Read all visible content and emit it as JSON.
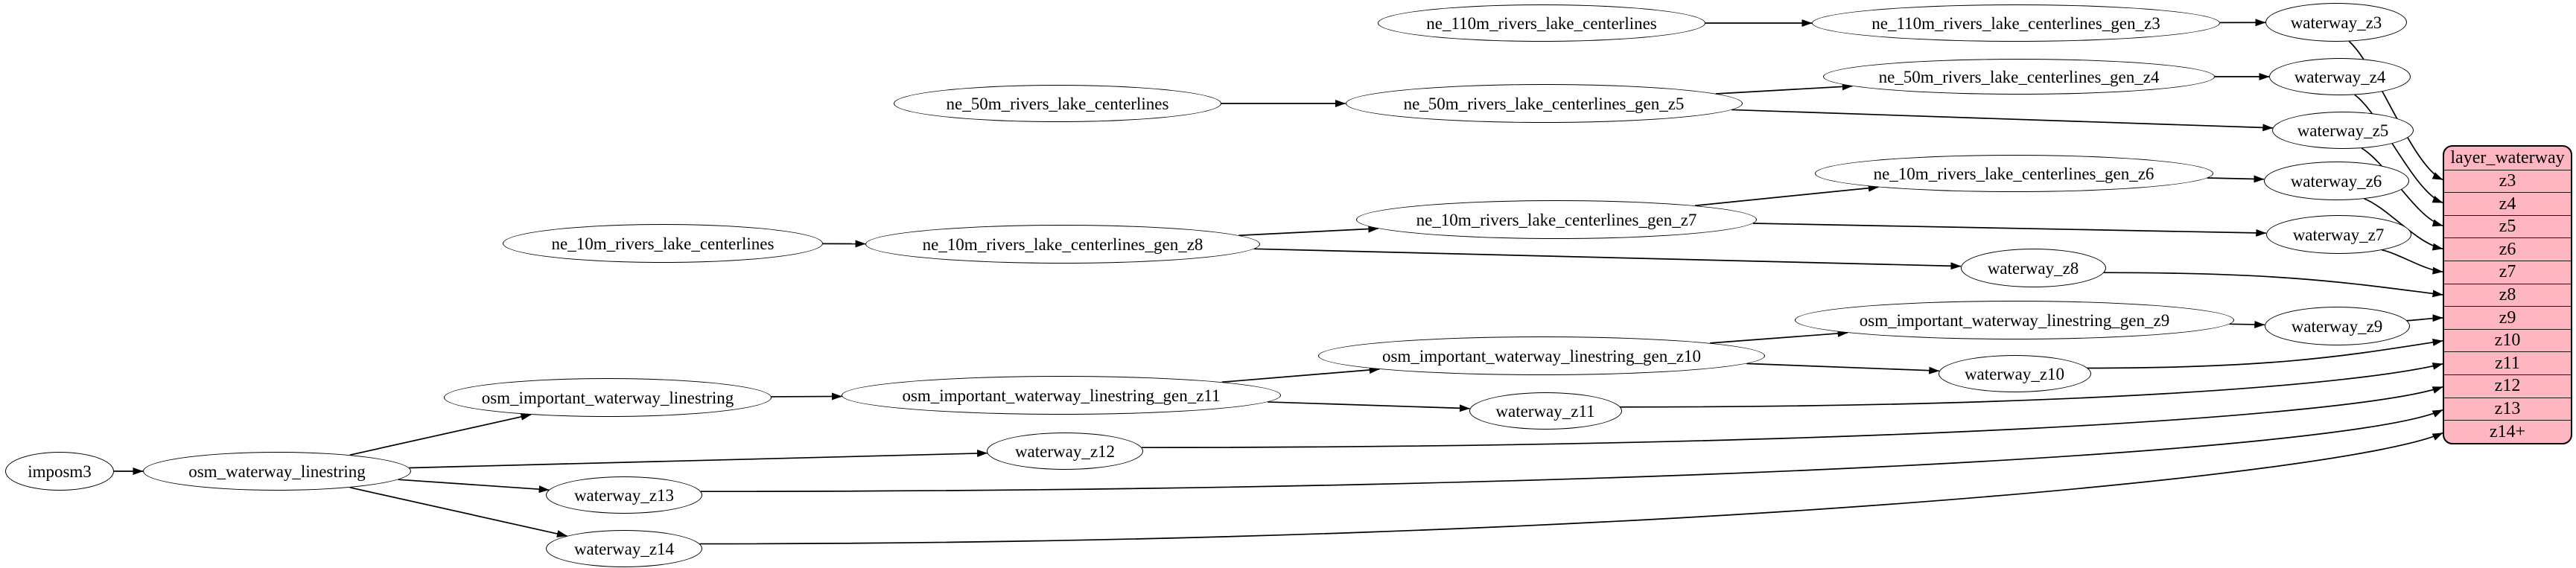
{
  "graph": {
    "nodes": [
      {
        "id": "imposm3",
        "label": "imposm3"
      },
      {
        "id": "osm_waterway_linestring",
        "label": "osm_waterway_linestring"
      },
      {
        "id": "osm_important_waterway_linestring",
        "label": "osm_important_waterway_linestring"
      },
      {
        "id": "osm_important_waterway_linestring_gen_z11",
        "label": "osm_important_waterway_linestring_gen_z11"
      },
      {
        "id": "osm_important_waterway_linestring_gen_z10",
        "label": "osm_important_waterway_linestring_gen_z10"
      },
      {
        "id": "osm_important_waterway_linestring_gen_z9",
        "label": "osm_important_waterway_linestring_gen_z9"
      },
      {
        "id": "ne_10m_rivers_lake_centerlines",
        "label": "ne_10m_rivers_lake_centerlines"
      },
      {
        "id": "ne_10m_rivers_lake_centerlines_gen_z8",
        "label": "ne_10m_rivers_lake_centerlines_gen_z8"
      },
      {
        "id": "ne_10m_rivers_lake_centerlines_gen_z7",
        "label": "ne_10m_rivers_lake_centerlines_gen_z7"
      },
      {
        "id": "ne_10m_rivers_lake_centerlines_gen_z6",
        "label": "ne_10m_rivers_lake_centerlines_gen_z6"
      },
      {
        "id": "ne_50m_rivers_lake_centerlines",
        "label": "ne_50m_rivers_lake_centerlines"
      },
      {
        "id": "ne_50m_rivers_lake_centerlines_gen_z5",
        "label": "ne_50m_rivers_lake_centerlines_gen_z5"
      },
      {
        "id": "ne_50m_rivers_lake_centerlines_gen_z4",
        "label": "ne_50m_rivers_lake_centerlines_gen_z4"
      },
      {
        "id": "ne_110m_rivers_lake_centerlines",
        "label": "ne_110m_rivers_lake_centerlines"
      },
      {
        "id": "ne_110m_rivers_lake_centerlines_gen_z3",
        "label": "ne_110m_rivers_lake_centerlines_gen_z3"
      },
      {
        "id": "waterway_z3",
        "label": "waterway_z3"
      },
      {
        "id": "waterway_z4",
        "label": "waterway_z4"
      },
      {
        "id": "waterway_z5",
        "label": "waterway_z5"
      },
      {
        "id": "waterway_z6",
        "label": "waterway_z6"
      },
      {
        "id": "waterway_z7",
        "label": "waterway_z7"
      },
      {
        "id": "waterway_z8",
        "label": "waterway_z8"
      },
      {
        "id": "waterway_z9",
        "label": "waterway_z9"
      },
      {
        "id": "waterway_z10",
        "label": "waterway_z10"
      },
      {
        "id": "waterway_z11",
        "label": "waterway_z11"
      },
      {
        "id": "waterway_z12",
        "label": "waterway_z12"
      },
      {
        "id": "waterway_z13",
        "label": "waterway_z13"
      },
      {
        "id": "waterway_z14",
        "label": "waterway_z14"
      }
    ],
    "record": {
      "id": "layer_waterway",
      "title": "layer_waterway",
      "rows": [
        "z3",
        "z4",
        "z5",
        "z6",
        "z7",
        "z8",
        "z9",
        "z10",
        "z11",
        "z12",
        "z13",
        "z14+"
      ]
    },
    "edges": [
      [
        "imposm3",
        "osm_waterway_linestring"
      ],
      [
        "osm_waterway_linestring",
        "osm_important_waterway_linestring"
      ],
      [
        "osm_waterway_linestring",
        "waterway_z12"
      ],
      [
        "osm_waterway_linestring",
        "waterway_z13"
      ],
      [
        "osm_waterway_linestring",
        "waterway_z14"
      ],
      [
        "osm_important_waterway_linestring",
        "osm_important_waterway_linestring_gen_z11"
      ],
      [
        "osm_important_waterway_linestring_gen_z11",
        "osm_important_waterway_linestring_gen_z10"
      ],
      [
        "osm_important_waterway_linestring_gen_z11",
        "waterway_z11"
      ],
      [
        "osm_important_waterway_linestring_gen_z10",
        "osm_important_waterway_linestring_gen_z9"
      ],
      [
        "osm_important_waterway_linestring_gen_z10",
        "waterway_z10"
      ],
      [
        "osm_important_waterway_linestring_gen_z9",
        "waterway_z9"
      ],
      [
        "ne_10m_rivers_lake_centerlines",
        "ne_10m_rivers_lake_centerlines_gen_z8"
      ],
      [
        "ne_10m_rivers_lake_centerlines_gen_z8",
        "ne_10m_rivers_lake_centerlines_gen_z7"
      ],
      [
        "ne_10m_rivers_lake_centerlines_gen_z8",
        "waterway_z8"
      ],
      [
        "ne_10m_rivers_lake_centerlines_gen_z7",
        "ne_10m_rivers_lake_centerlines_gen_z6"
      ],
      [
        "ne_10m_rivers_lake_centerlines_gen_z7",
        "waterway_z7"
      ],
      [
        "ne_10m_rivers_lake_centerlines_gen_z6",
        "waterway_z6"
      ],
      [
        "ne_50m_rivers_lake_centerlines",
        "ne_50m_rivers_lake_centerlines_gen_z5"
      ],
      [
        "ne_50m_rivers_lake_centerlines_gen_z5",
        "ne_50m_rivers_lake_centerlines_gen_z4"
      ],
      [
        "ne_50m_rivers_lake_centerlines_gen_z5",
        "waterway_z5"
      ],
      [
        "ne_50m_rivers_lake_centerlines_gen_z4",
        "waterway_z4"
      ],
      [
        "ne_110m_rivers_lake_centerlines",
        "ne_110m_rivers_lake_centerlines_gen_z3"
      ],
      [
        "ne_110m_rivers_lake_centerlines_gen_z3",
        "waterway_z3"
      ],
      [
        "waterway_z3",
        "layer_waterway:z3"
      ],
      [
        "waterway_z4",
        "layer_waterway:z4"
      ],
      [
        "waterway_z5",
        "layer_waterway:z5"
      ],
      [
        "waterway_z6",
        "layer_waterway:z6"
      ],
      [
        "waterway_z7",
        "layer_waterway:z7"
      ],
      [
        "waterway_z8",
        "layer_waterway:z8"
      ],
      [
        "waterway_z9",
        "layer_waterway:z9"
      ],
      [
        "waterway_z10",
        "layer_waterway:z10"
      ],
      [
        "waterway_z11",
        "layer_waterway:z11"
      ],
      [
        "waterway_z12",
        "layer_waterway:z12"
      ],
      [
        "waterway_z13",
        "layer_waterway:z13"
      ],
      [
        "waterway_z14",
        "layer_waterway:z14+"
      ]
    ],
    "colors": {
      "background": "#ffffff",
      "node_fill": "#ffffff",
      "node_stroke": "#000000",
      "record_fill": "#ffb6c1",
      "record_stroke": "#000000",
      "edge": "#000000"
    }
  }
}
